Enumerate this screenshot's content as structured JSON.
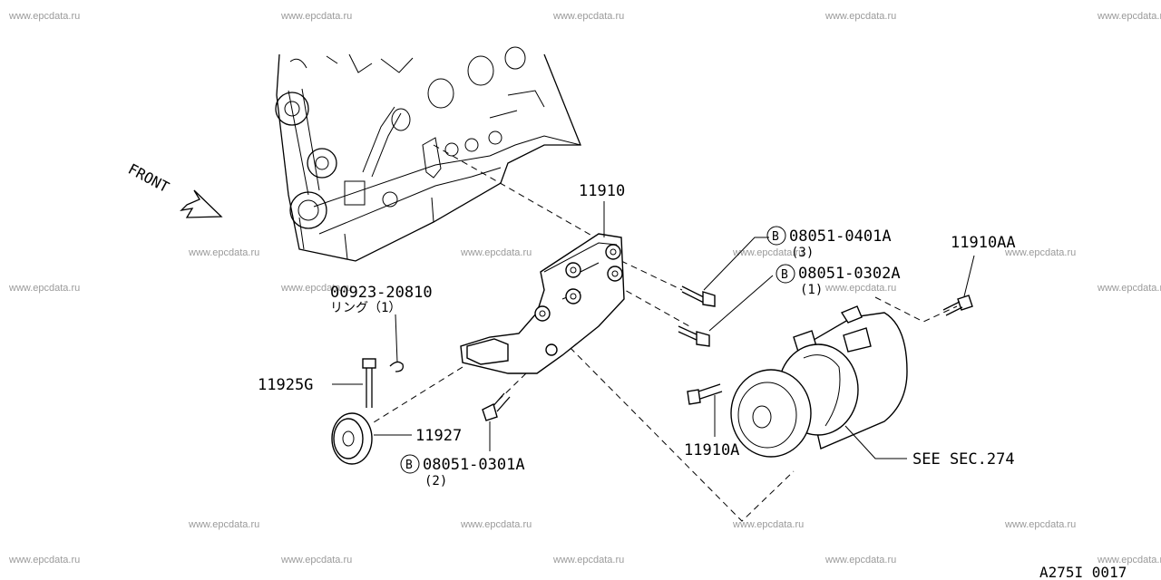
{
  "watermark": "www.epcdata.ru",
  "front_label": "FRONT",
  "callouts": {
    "bracket": "11910",
    "bolt_upper": {
      "circle": "B",
      "code": "08051-0401A",
      "qty": "(3)"
    },
    "bolt_mid": {
      "circle": "B",
      "code": "08051-0302A",
      "qty": "(1)"
    },
    "bolt_right": "11910AA",
    "ring": {
      "code": "00923-20810",
      "name": "リング（1）"
    },
    "idler_bolt": "11925G",
    "idler_pulley": "11927",
    "bolt_lower": {
      "circle": "B",
      "code": "08051-0301A",
      "qty": "(2)"
    },
    "bolt_comp": "11910A",
    "see_sec": "SEE SEC.274"
  },
  "diagram_code": "A275I 0017"
}
